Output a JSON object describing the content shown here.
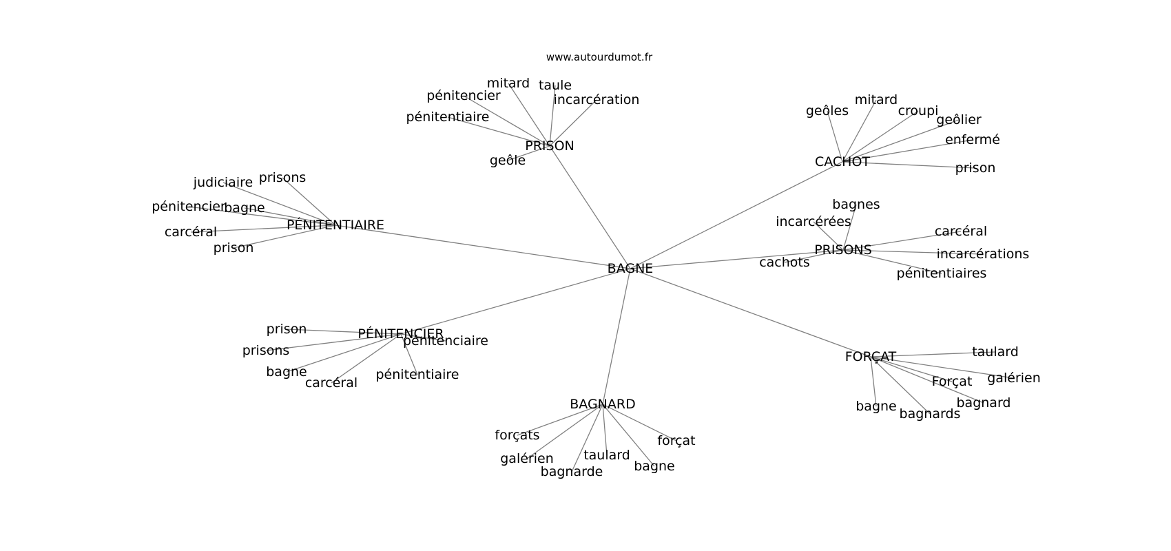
{
  "header": {
    "site": "www.autourdumot.fr"
  },
  "graph": {
    "center": "BAGNE",
    "hubs": [
      {
        "label": "PRISON",
        "leaves": [
          "mitard",
          "taule",
          "pénitencier",
          "incarcération",
          "pénitentiaire",
          "geôle"
        ]
      },
      {
        "label": "CACHOT",
        "leaves": [
          "mitard",
          "geôles",
          "croupi",
          "geôlier",
          "enfermé",
          "prison"
        ]
      },
      {
        "label": "PÉNITENTIAIRE",
        "leaves": [
          "judiciaire",
          "prisons",
          "pénitencier",
          "bagne",
          "carcéral",
          "prison"
        ]
      },
      {
        "label": "PRISONS",
        "leaves": [
          "bagnes",
          "incarcérées",
          "carcéral",
          "incarcérations",
          "cachots",
          "pénitentiaires"
        ]
      },
      {
        "label": "PÉNITENCIER",
        "leaves": [
          "prison",
          "prisons",
          "pénitenciaire",
          "bagne",
          "carcéral",
          "pénitentiaire"
        ]
      },
      {
        "label": "FORÇAT",
        "leaves": [
          "taulard",
          "galérien",
          "Forçat",
          "bagnard",
          "bagne",
          "bagnards"
        ]
      },
      {
        "label": "BAGNARD",
        "leaves": [
          "forçats",
          "forçat",
          "galérien",
          "taulard",
          "bagnarde",
          "bagne"
        ]
      }
    ]
  }
}
